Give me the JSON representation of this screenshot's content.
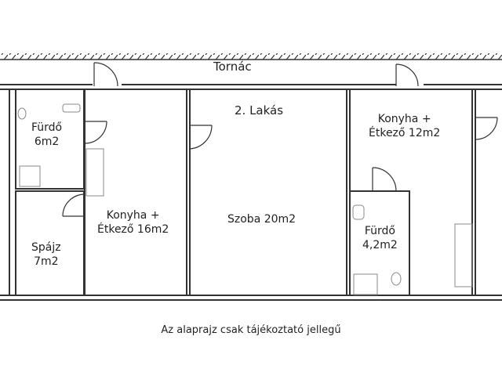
{
  "plan": {
    "porch": "Tornác",
    "apartment": "2. Lakás",
    "rooms": {
      "bathroom_left": [
        "Fürdő",
        "6m2"
      ],
      "pantry": [
        "Spájz",
        "7m2"
      ],
      "kitchen_left": [
        "Konyha +",
        "Étkező 16m2"
      ],
      "room": [
        "Szoba 20m2"
      ],
      "kitchen_right": [
        "Konyha +",
        "Étkező 12m2"
      ],
      "bathroom_right": [
        "Fürdő",
        "4,2m2"
      ]
    }
  },
  "note": "Az alaprajz csak tájékoztató jellegű",
  "colors": {
    "wall": "#2b2b2b",
    "fixture": "#888888"
  }
}
